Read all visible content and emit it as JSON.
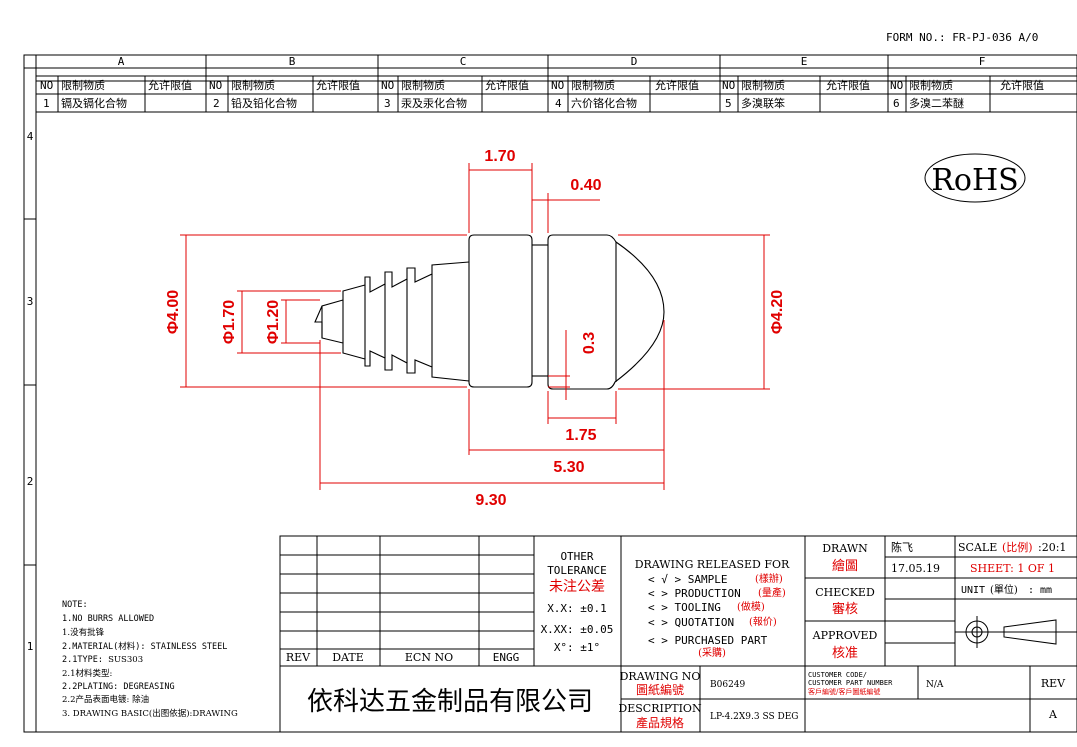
{
  "form_no": "FORM NO.: FR-PJ-036 A/0",
  "zones_columns": [
    "A",
    "B",
    "C",
    "D",
    "E",
    "F"
  ],
  "zones_rows": [
    "4",
    "3",
    "2",
    "1"
  ],
  "restrictions": {
    "h_no": "NO",
    "h_sub": "限制物质",
    "h_lim": "允许限值",
    "items": [
      {
        "no": "1",
        "name": "镉及镉化合物"
      },
      {
        "no": "2",
        "name": "铅及铅化合物"
      },
      {
        "no": "3",
        "name": "汞及汞化合物"
      },
      {
        "no": "4",
        "name": "六价铬化合物"
      },
      {
        "no": "5",
        "name": "多溴联笨"
      },
      {
        "no": "6",
        "name": "多溴二苯醚"
      }
    ]
  },
  "rohs": "RoHS",
  "dims": {
    "d170top": "1.70",
    "d040": "0.40",
    "d400": "Φ4.00",
    "d170": "Φ1.70",
    "d120": "Φ1.20",
    "d03": "0.3",
    "d420": "Φ4.20",
    "d175": "1.75",
    "d530": "5.30",
    "d930": "9.30"
  },
  "rev_table": {
    "rev": "REV",
    "date": "DATE",
    "ecn": "ECN NO",
    "engg": "ENGG"
  },
  "tolerance": {
    "l1": "OTHER",
    "l2": "TOLERANCE",
    "l3": "未注公差",
    "l4": "X.X: ±0.1",
    "l5": "X.XX: ±0.05",
    "l6": "X°: ±1°"
  },
  "release": {
    "title": "DRAWING RELEASED FOR",
    "r1a": "< √ > SAMPLE",
    "r1b": "(樣辦)",
    "r2a": "<   > PRODUCTION",
    "r2b": "(量產)",
    "r3a": "<   > TOOLING",
    "r3b": "(做模)",
    "r4a": "<   > QUOTATION",
    "r4b": "(報价)",
    "r5a": "<   > PURCHASED PART",
    "r5b": "(采購)"
  },
  "signoff": {
    "drawn": "DRAWN",
    "drawn_cn": "繪圖",
    "drawn_name": "陈飞",
    "drawn_date": "17.05.19",
    "checked": "CHECKED",
    "checked_cn": "審核",
    "approved": "APPROVED",
    "approved_cn": "核准",
    "scale_a": "SCALE",
    "scale_b": "(比例)",
    "scale_c": ":20:1",
    "sheet": "SHEET:  1 OF 1",
    "unit_a": "UNIT",
    "unit_b": "(單位)",
    "unit_c": ": mm"
  },
  "company": "依科达五金制品有限公司",
  "drawing_no": {
    "l1": "DRAWING NO",
    "l2": "圖紙編號",
    "value": "B06249"
  },
  "customer": {
    "l1": "CUSTOMER CODE/",
    "l2": "CUSTOMER PART NUMBER",
    "l3": "客戶編號/客戶圖紙編號",
    "value": "N/A"
  },
  "description": {
    "l1": "DESCRIPTION",
    "l2": "產品規格",
    "value": "LP-4.2X9.3 SS DEG"
  },
  "rev_block": {
    "label": "REV",
    "value": "A"
  },
  "notes": {
    "title": "NOTE:",
    "n1": "1.NO BURRS ALLOWED",
    "n2": "1.没有批锋",
    "n3a": "2.MATERIAL(材料): STAINLESS STEEL",
    "n4a": "2.1TYPE: ",
    "n4b": "SUS303",
    "n5": "2.1材料类型:",
    "n6": "2.2PLATING: DEGREASING",
    "n7a": "2.2产品表面电镀: ",
    "n7b": "除油",
    "n8": "3. DRAWING BASIC(出图依据):DRAWING"
  }
}
